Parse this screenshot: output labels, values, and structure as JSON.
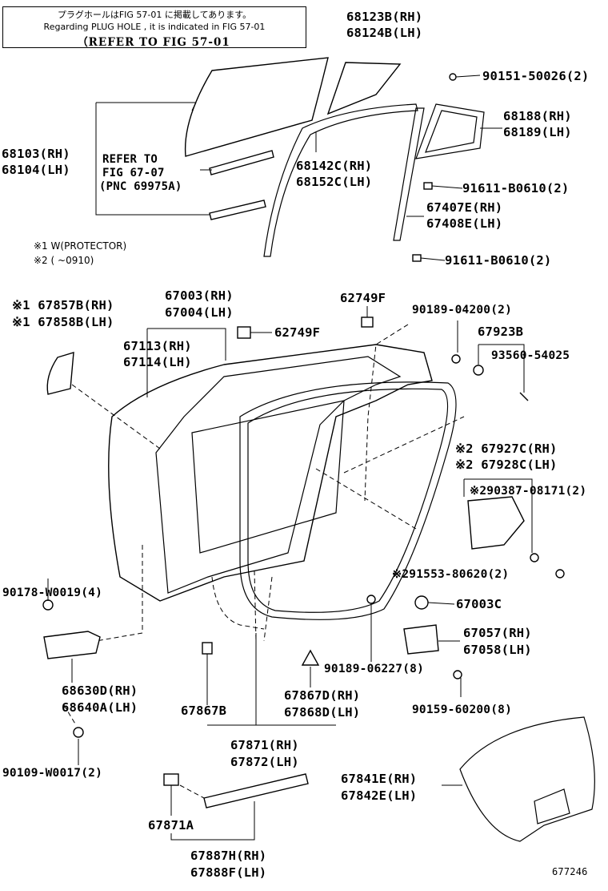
{
  "notes": {
    "japanese": "プラグホールはFIG 57-01 に掲載してあります。",
    "english": "Regarding PLUG HOLE , it is indicated in FIG 57-01",
    "refer": "（REFER TO FIG 57-01"
  },
  "legend": [
    {
      "mark": "※1",
      "text": "W(PROTECTOR)"
    },
    {
      "mark": "※2",
      "text": "(      ~0910)"
    }
  ],
  "refer_block": [
    "REFER TO",
    "FIG 67-07",
    "(PNC 69975A)"
  ],
  "parts": {
    "p68123B": "68123B(RH)",
    "p68124B": "68124B(LH)",
    "p90151": "90151-50026(2)",
    "p68188": "68188(RH)",
    "p68189": "68189(LH)",
    "p68103": "68103(RH)",
    "p68104": "68104(LH)",
    "p68142C": "68142C(RH)",
    "p68152C": "68152C(LH)",
    "p91611a": "91611-B0610(2)",
    "p67407E": "67407E(RH)",
    "p67408E": "67408E(LH)",
    "p91611b": "91611-B0610(2)",
    "p67857B": "※1 67857B(RH)",
    "p67858B": "※1 67858B(LH)",
    "p67003": "67003(RH)",
    "p67004": "67004(LH)",
    "p62749Fa": "62749F",
    "p90189a": "90189-04200(2)",
    "p67923B": "67923B",
    "p67113": "67113(RH)",
    "p67114": "67114(LH)",
    "p62749Fb": "62749F",
    "p93560": "93560-54025",
    "p67927C": "※2 67927C(RH)",
    "p67928C": "※2 67928C(LH)",
    "p90387": "※290387-08171(2)",
    "p91553": "※291553-80620(2)",
    "p90178": "90178-W0019(4)",
    "p67003C": "67003C",
    "p67057": "67057(RH)",
    "p67058": "67058(LH)",
    "p68630D": "68630D(RH)",
    "p68640A": "68640A(LH)",
    "p90189b": "90189-06227(8)",
    "p67867D": "67867D(RH)",
    "p67868D": "67868D(LH)",
    "p90159": "90159-60200(8)",
    "p67867B": "67867B",
    "p90109": "90109-W0017(2)",
    "p67871": "67871(RH)",
    "p67872": "67872(LH)",
    "p67841E": "67841E(RH)",
    "p67842E": "67842E(LH)",
    "p67871A": "67871A",
    "p67887H": "67887H(RH)",
    "p67888F": "67888F(LH)"
  },
  "figure_number": "677246"
}
